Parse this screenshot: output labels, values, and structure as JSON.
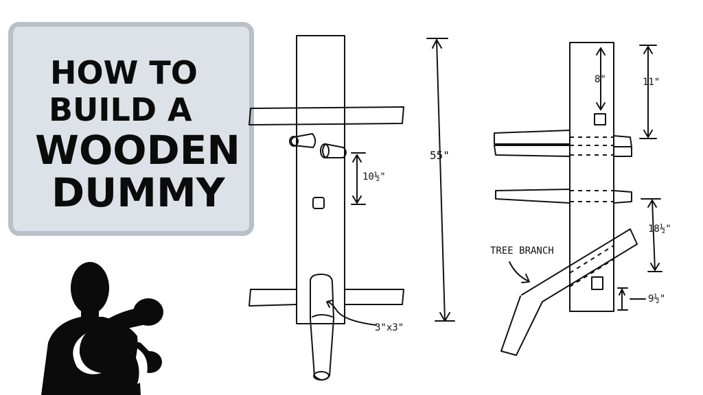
{
  "title": {
    "line1": "HOW TO",
    "line2": "BUILD A",
    "line3": "WOODEN",
    "line4": "DUMMY"
  },
  "front_view": {
    "height_label": "55\"",
    "arm_gap_label": "10½\"",
    "post_size_label": "3\"x3\""
  },
  "side_view": {
    "top_square_label": "8\"",
    "top_offset_label": "11\"",
    "middle_gap_label": "18½\"",
    "bottom_offset_label": "9½\"",
    "branch_label": "TREE BRANCH"
  },
  "colors": {
    "card_bg": "#dde2e8",
    "card_border": "#b9c0c9",
    "ink": "#111111",
    "silhouette": "#0b0b0b"
  }
}
